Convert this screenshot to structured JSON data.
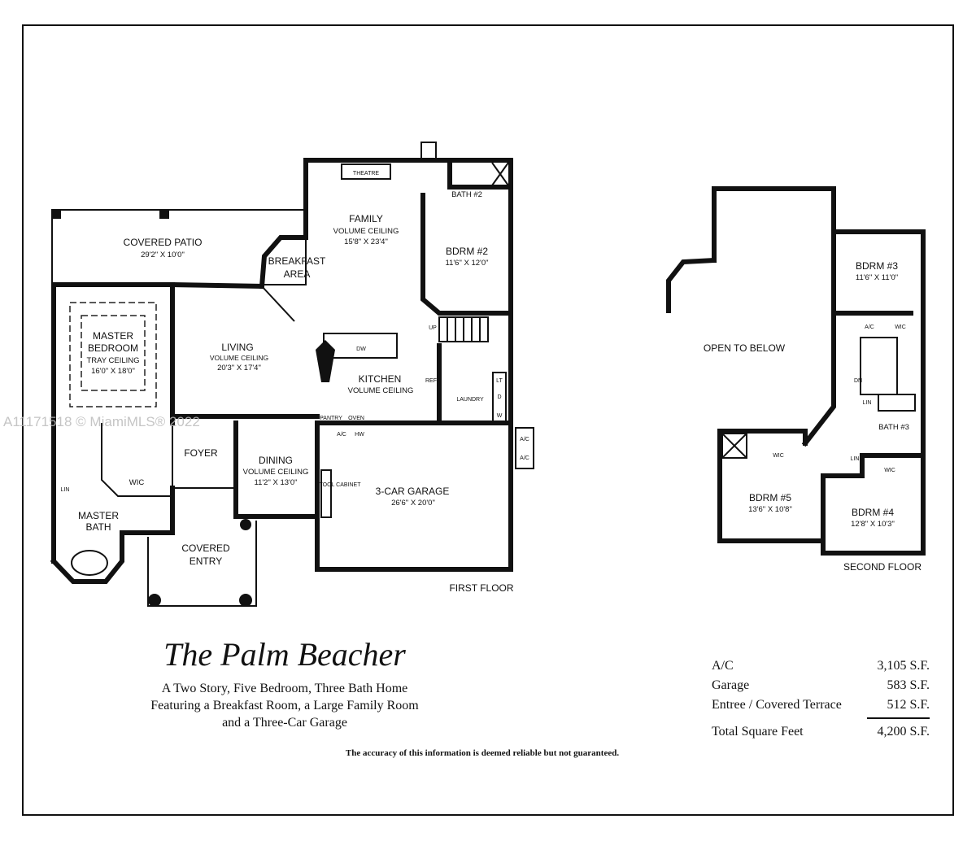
{
  "watermark": "A11171518 © MiamiMLS® 2022",
  "first_floor": {
    "label": "FIRST FLOOR",
    "rooms": {
      "covered_patio": {
        "name": "COVERED PATIO",
        "size": "29'2\" X 10'0\""
      },
      "family": {
        "name": "FAMILY",
        "ceiling": "VOLUME CEILING",
        "size": "15'8\" X 23'4\""
      },
      "theatre": {
        "name": "THEATRE"
      },
      "bath2": {
        "name": "BATH #2"
      },
      "bdrm2": {
        "name": "BDRM #2",
        "size": "11'6\" X 12'0\""
      },
      "breakfast": {
        "name1": "BREAKFAST",
        "name2": "AREA"
      },
      "master_bedroom": {
        "name1": "MASTER",
        "name2": "BEDROOM",
        "ceiling": "TRAY CEILING",
        "size": "16'0\" X 18'0\""
      },
      "living": {
        "name": "LIVING",
        "ceiling": "VOLUME CEILING",
        "size": "20'3\" X 17'4\""
      },
      "kitchen": {
        "name": "KITCHEN",
        "ceiling": "VOLUME CEILING"
      },
      "laundry": {
        "name": "LAUNDRY"
      },
      "foyer": {
        "name": "FOYER"
      },
      "dining": {
        "name": "DINING",
        "ceiling": "VOLUME CEILING",
        "size": "11'2\" X 13'0\""
      },
      "garage": {
        "name": "3-CAR GARAGE",
        "size": "26'6\" X 20'0\""
      },
      "master_bath": {
        "name1": "MASTER",
        "name2": "BATH"
      },
      "wic": {
        "name": "WIC"
      },
      "covered_entry": {
        "name1": "COVERED",
        "name2": "ENTRY"
      }
    },
    "fixtures": {
      "up": "UP",
      "dw": "DW",
      "ref": "REF",
      "pantry": "PANTRY",
      "oven": "OVEN",
      "ac": "A/C",
      "hw": "HW",
      "tool_cabinet": "TOOL CABINET",
      "lt": "LT",
      "d": "D",
      "w": "W",
      "lin": "LIN"
    }
  },
  "second_floor": {
    "label": "SECOND FLOOR",
    "rooms": {
      "open_below": {
        "name": "OPEN TO BELOW"
      },
      "bdrm3": {
        "name": "BDRM #3",
        "size": "11'6\" X 11'0\""
      },
      "bath3": {
        "name": "BATH #3"
      },
      "bdrm5": {
        "name": "BDRM #5",
        "size": "13'6\" X 10'8\""
      },
      "bdrm4": {
        "name": "BDRM #4",
        "size": "12'8\" X 10'3\""
      },
      "wic": "WIC"
    },
    "fixtures": {
      "ac": "A/C",
      "dn": "DN",
      "lin": "LIN"
    }
  },
  "info": {
    "title": "The Palm Beacher",
    "description": [
      "A Two Story, Five Bedroom, Three Bath Home",
      "Featuring a Breakfast Room, a Large Family Room",
      "and a Three-Car Garage"
    ],
    "disclaimer": "The accuracy of this information is deemed reliable but not guaranteed."
  },
  "areas": {
    "rows": [
      {
        "label": "A/C",
        "value": "3,105 S.F."
      },
      {
        "label": "Garage",
        "value": "583 S.F."
      },
      {
        "label": "Entree / Covered Terrace",
        "value": "512 S.F."
      }
    ],
    "total": {
      "label": "Total Square Feet",
      "value": "4,200 S.F."
    }
  }
}
